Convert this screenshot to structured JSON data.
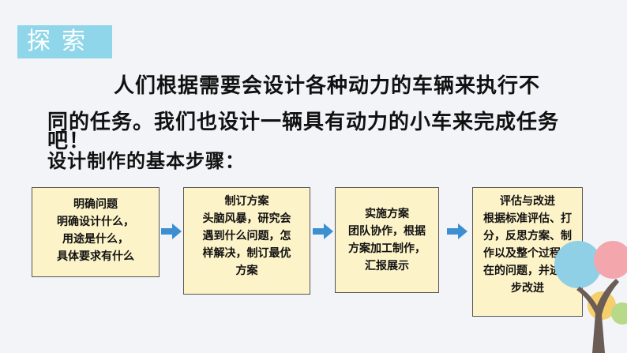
{
  "section_tag": "探索",
  "intro": {
    "line1": "人们根据需要会设计各种动力的车辆来执行不",
    "line2": "同的任务。我们也设计一辆具有动力的小车来完成任务",
    "line3": "吧！"
  },
  "steps_title": "设计制作的基本步骤：",
  "flow": [
    {
      "lines": [
        "明确问题",
        "明确设计什么，",
        "用途是什么，",
        "具体要求有什么"
      ]
    },
    {
      "lines": [
        "制订方案",
        "头脑风暴，研究会",
        "遇到什么问题，怎",
        "样解决，制订最优",
        "方案"
      ]
    },
    {
      "lines": [
        "实施方案",
        "团队协作，根据",
        "方案加工制作，",
        "汇报展示"
      ]
    },
    {
      "lines": [
        "评估与改进",
        "根据标准评估、打",
        "分，反思方案、制",
        "作以及整个过程存",
        "在的问题，并进一",
        "步改进"
      ]
    }
  ],
  "colors": {
    "tag_bg": "#8fd6ea",
    "box_bg": "#fdf3c8",
    "arrow": "#3c8fd0"
  },
  "icons": [
    "arrow-right-icon",
    "tree-icon"
  ]
}
